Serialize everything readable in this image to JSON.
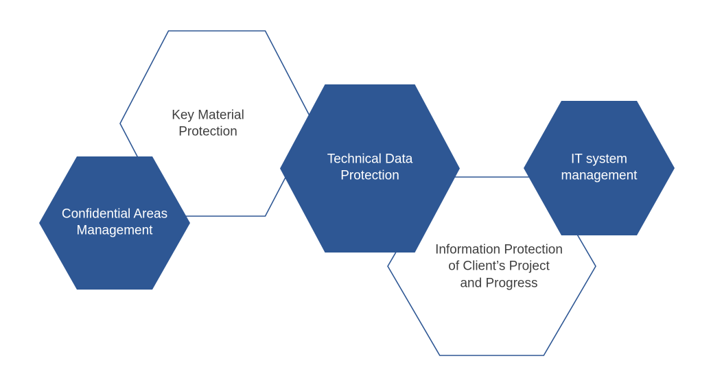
{
  "diagram": {
    "type": "hexagon-cluster",
    "colors": {
      "fill_blue": "#2E5794",
      "outline_blue": "#2E5794",
      "text_dark": "#3F3F3F",
      "text_light": "#FFFFFF",
      "background": "#FFFFFF"
    },
    "hexagons": [
      {
        "id": "key-material-protection",
        "label": "Key Material\nProtection",
        "style": "outlined",
        "text_color": "dark"
      },
      {
        "id": "confidential-areas-management",
        "label": "Confidential Areas\nManagement",
        "style": "filled",
        "text_color": "light"
      },
      {
        "id": "technical-data-protection",
        "label": "Technical Data\nProtection",
        "style": "filled",
        "text_color": "light"
      },
      {
        "id": "it-system-management",
        "label": "IT system\nmanagement",
        "style": "filled",
        "text_color": "light"
      },
      {
        "id": "information-protection-of-clients-project-and-progress",
        "label": "Information Protection\nof Client’s Project\nand Progress",
        "style": "outlined",
        "text_color": "dark"
      }
    ]
  }
}
